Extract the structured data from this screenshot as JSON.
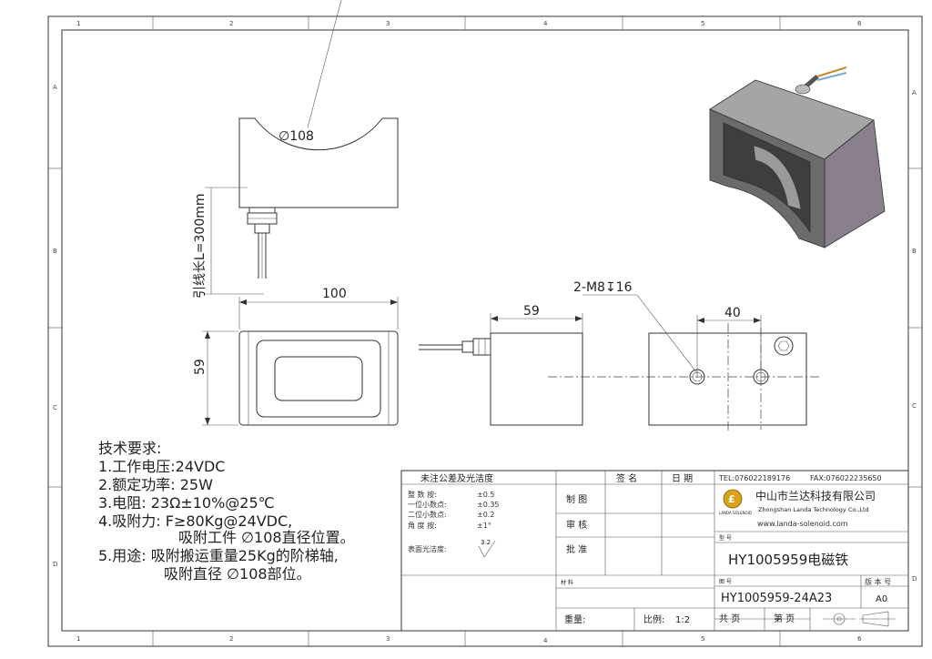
{
  "zones": {
    "columns": [
      "1",
      "2",
      "3",
      "4",
      "5",
      "6"
    ],
    "rows": [
      "A",
      "B",
      "C",
      "D"
    ]
  },
  "dimensions": {
    "diameter": "∅108",
    "lead_length": "引线长L=300mm",
    "width": "100",
    "height": "59",
    "side_width": "59",
    "thread": "2-M8↧16",
    "hole_spacing": "40"
  },
  "tech": {
    "title": "技术要求:",
    "l1": "1.工作电压:24VDC",
    "l2": "2.额定功率:  25W",
    "l3": "3.电阻:  23Ω±10%@25℃",
    "l4": "4.吸附力:  F≥80Kg@24VDC,",
    "l4b": "吸附工件 ∅108直径位置。",
    "l5": "5.用途:  吸附搬运重量25Kg的阶梯轴,",
    "l5b": "吸附直径 ∅108部位。"
  },
  "tolerance": {
    "header": "未注公差及光洁度",
    "r1_label": "整  数  按:",
    "r1_val": "±0.5",
    "r2_label": "一位小数点:",
    "r2_val": "±0.35",
    "r3_label": "二位小数点:",
    "r3_val": "±0.2",
    "r4_label": "角  度  按:",
    "r4_val": "±1°",
    "surface": "表面光洁度:",
    "surface_val": "3.2"
  },
  "signoff": {
    "sign": "签    名",
    "date": "日  期",
    "draw": "制  图",
    "check": "审  核",
    "approve": "批  准"
  },
  "company": {
    "tel": "TEL:076022189176",
    "fax": "FAX:076022235650",
    "name_cn": "中山市兰达科技有限公司",
    "name_en": "Zhongshan Landa Technology Co.,Ltd",
    "web": "www.landa-solenoid.com",
    "logo_text": "LANDA SOLENOID"
  },
  "titleblock": {
    "model_label": "型  号",
    "model_value": "HY1005959电磁铁",
    "material_label": "材  料",
    "drawing_no_label": "图  号",
    "drawing_no_value": "HY1005959-24A23",
    "version_label": "版 本 号",
    "version_value": "A0",
    "weight_label": "重量:",
    "scale_label": "比例:",
    "scale_value": "1:2",
    "pages_label": "共    页",
    "page_label": "第    页"
  }
}
